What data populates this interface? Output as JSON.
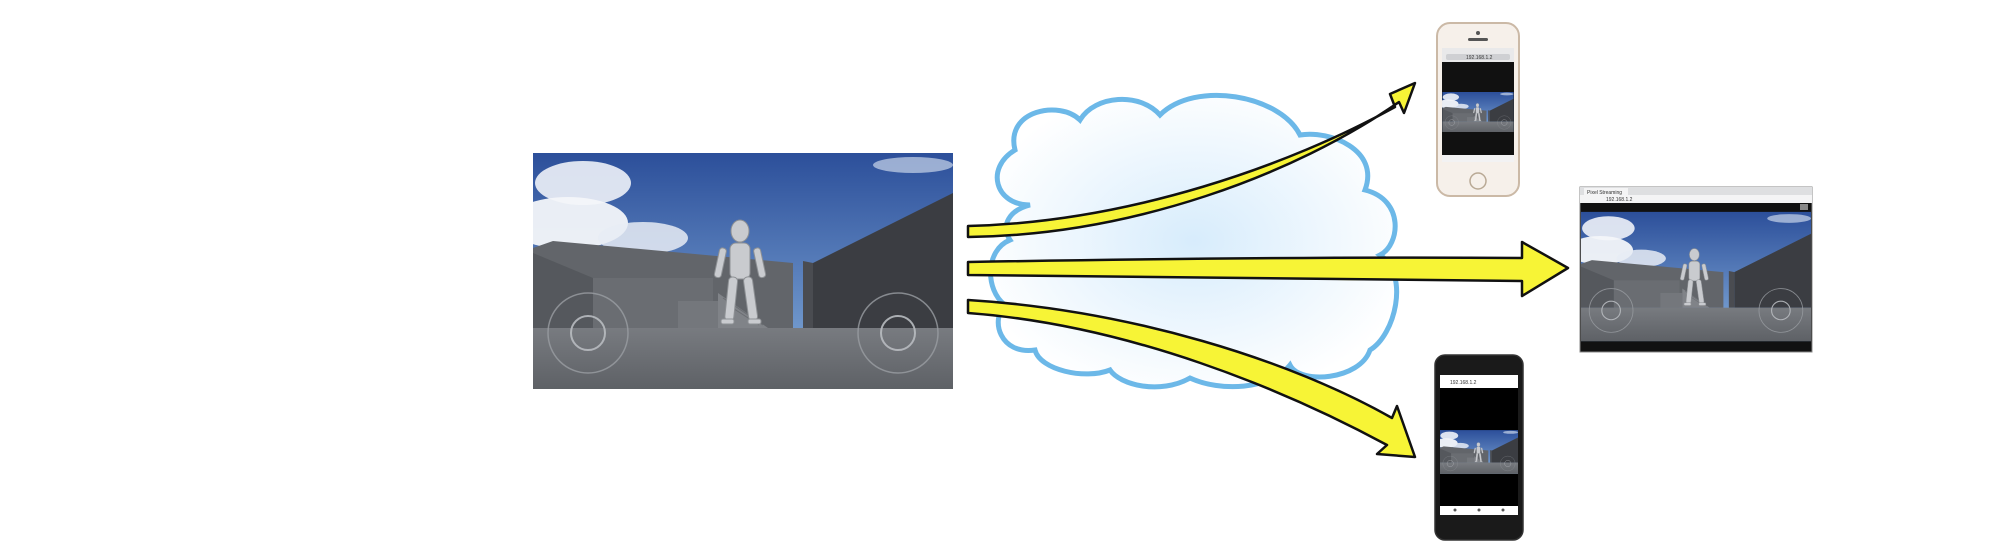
{
  "diagram": {
    "source_scene": {
      "kind": "game-view",
      "joysticks": 2
    },
    "cloud": {
      "kind": "cloud"
    },
    "arrows": [
      {
        "id": "to-iphone",
        "color": "#f7f436"
      },
      {
        "id": "to-browser",
        "color": "#f7f436"
      },
      {
        "id": "to-android",
        "color": "#f7f436"
      }
    ],
    "devices": [
      {
        "id": "iphone",
        "kind": "phone",
        "address_text": "192.168.1.2"
      },
      {
        "id": "browser",
        "kind": "desktop-browser",
        "tab_text": "Pixel Streaming",
        "address_text": "192.168.1.2"
      },
      {
        "id": "android",
        "kind": "phone",
        "address_text": "192.168.1.2"
      }
    ]
  },
  "colors": {
    "sky_top": "#2c4f9a",
    "sky_bottom": "#7aa5d8",
    "wall": "#5b5e63",
    "floor": "#6d7075",
    "cloud_stroke": "#6cb8e8",
    "cloud_fill": "#dff0fc",
    "arrow_fill": "#f7f436",
    "arrow_stroke": "#111111"
  },
  "icons": [
    "cloud-icon",
    "arrow-icon",
    "smartphone-icon",
    "browser-window-icon",
    "joystick-icon",
    "mannequin-icon"
  ]
}
